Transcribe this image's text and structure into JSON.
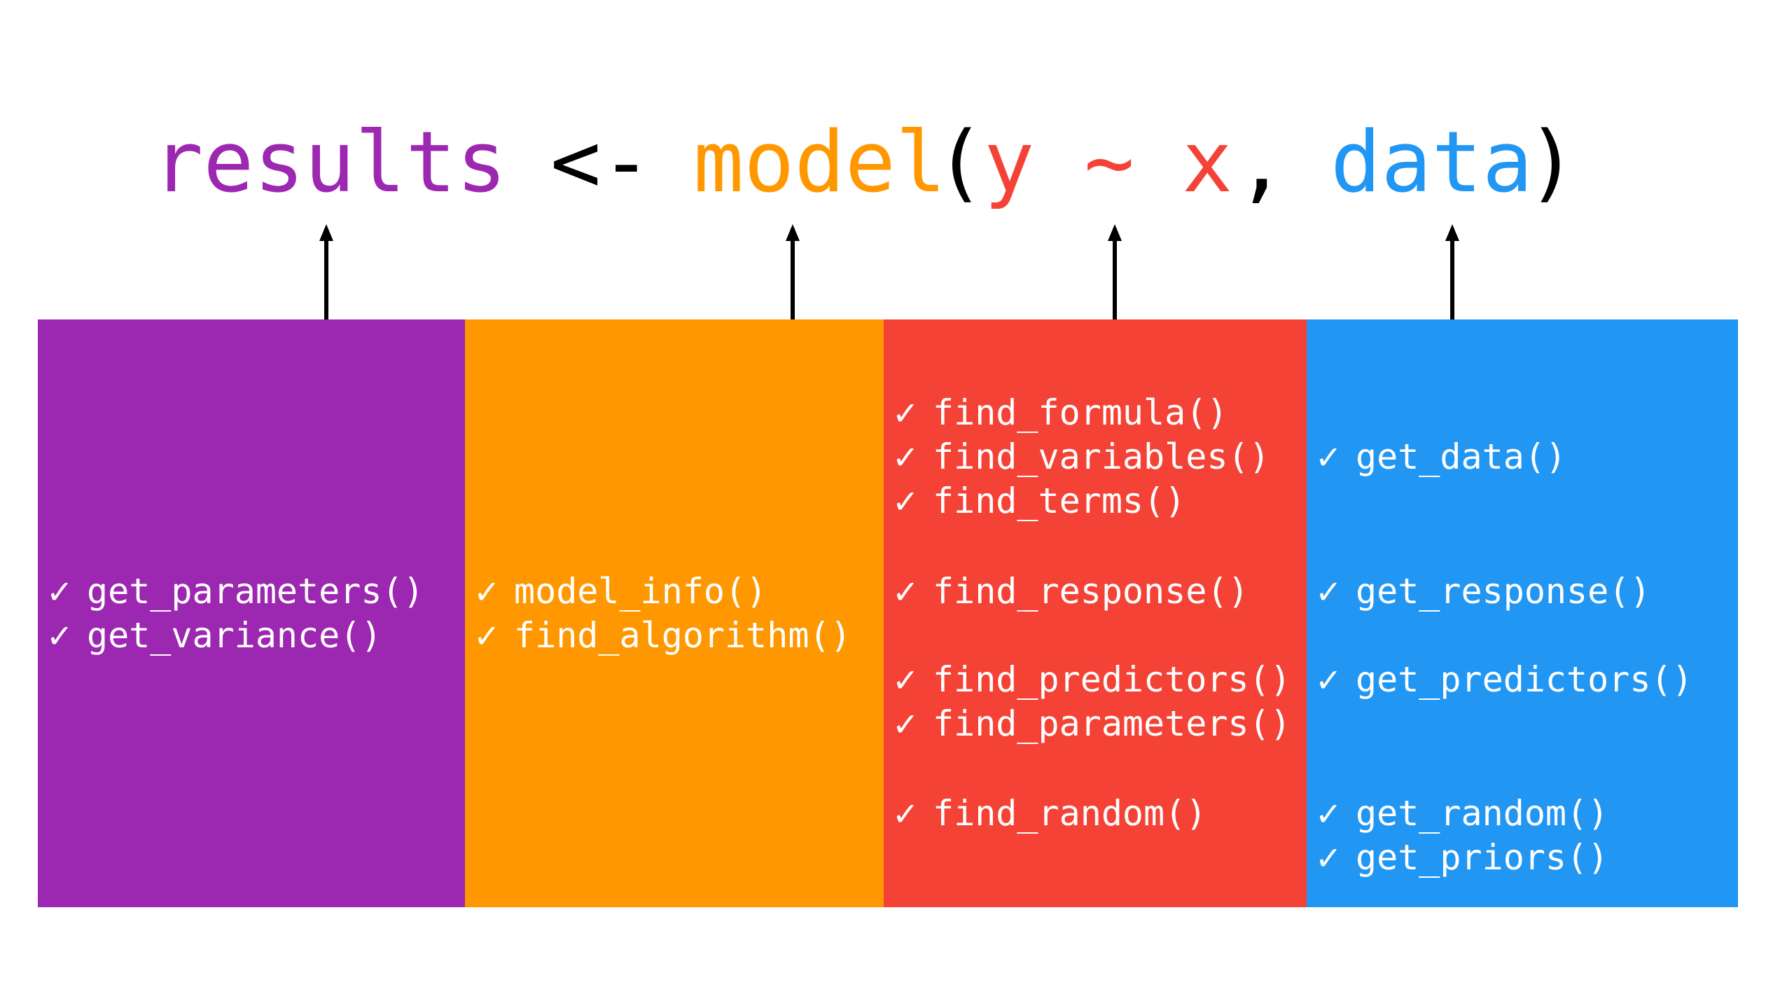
{
  "formula": {
    "results": "results",
    "assign": "<-",
    "model": "model",
    "paren_open": "(",
    "y": "y",
    "tilde": "~",
    "x": "x",
    "comma": ",",
    "data": "data",
    "paren_close": ")"
  },
  "check_mark": "✓",
  "columns": {
    "results": {
      "color": "#9C27B0",
      "items": [
        "get_parameters()",
        "get_variance()"
      ]
    },
    "model": {
      "color": "#FF9800",
      "items": [
        "model_info()",
        "find_algorithm()"
      ]
    },
    "formula": {
      "color": "#F44336",
      "items": [
        "find_formula()",
        "find_variables()",
        "find_terms()",
        "find_response()",
        "find_predictors()",
        "find_parameters()",
        "find_random()"
      ]
    },
    "data": {
      "color": "#2196F3",
      "items": [
        "get_data()",
        "get_response()",
        "get_predictors()",
        "get_random()",
        "get_priors()"
      ]
    }
  }
}
